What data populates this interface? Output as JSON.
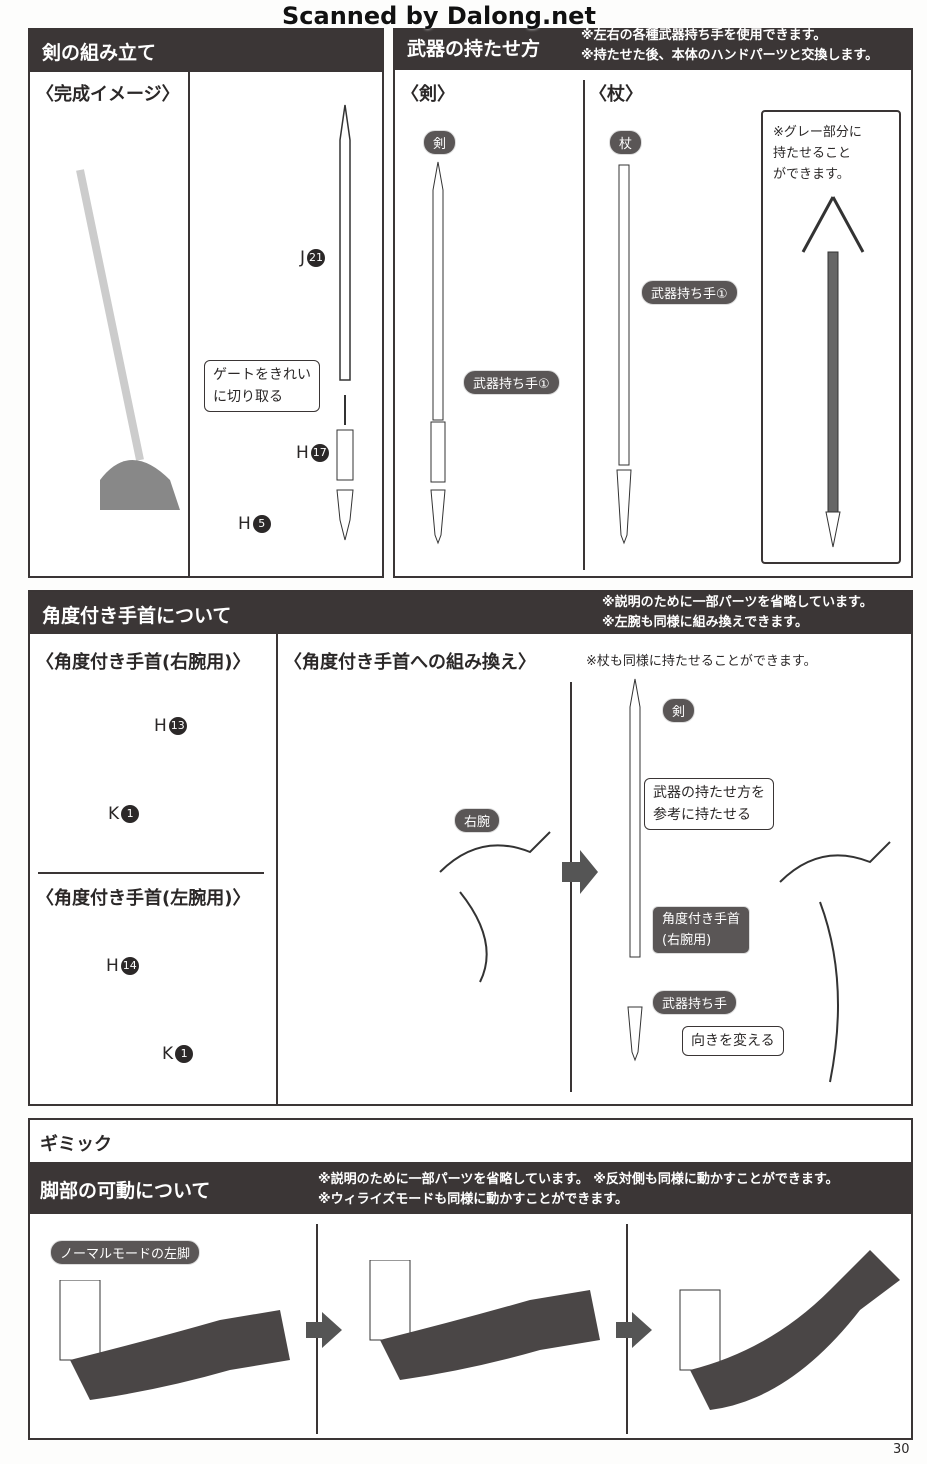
{
  "watermark": "Scanned by Dalong.net",
  "assembly": {
    "title": "剣の組み立て",
    "subtitle": "〈完成イメージ〉",
    "parts": [
      {
        "letter": "J",
        "num": "21"
      },
      {
        "letter": "H",
        "num": "17"
      },
      {
        "letter": "H",
        "num": "5"
      }
    ],
    "callout": [
      "ゲートをきれい",
      "に切り取る"
    ]
  },
  "holding": {
    "title": "武器の持たせ方",
    "notes": [
      "※左右の各種武器持ち手を使用できます。",
      "※持たせた後、本体のハンドパーツと交換します。"
    ],
    "sword_label": "〈剣〉",
    "staff_label": "〈杖〉",
    "sword_pill": "剣",
    "staff_pill": "杖",
    "hand_pill": "武器持ち手①",
    "staff_note": [
      "※グレー部分に",
      "持たせること",
      "ができます。"
    ]
  },
  "wrist": {
    "title": "角度付き手首について",
    "notes": [
      "※説明のために一部パーツを省略しています。",
      "※左腕も同様に組み換えできます。"
    ],
    "right_label": "〈角度付き手首(右腕用)〉",
    "left_label": "〈角度付き手首(左腕用)〉",
    "swap_label": "〈角度付き手首への組み換え〉",
    "staff_note": "※杖も同様に持たせることができます。",
    "right_parts": [
      {
        "letter": "H",
        "num": "13"
      },
      {
        "letter": "K",
        "num": "1"
      }
    ],
    "left_parts": [
      {
        "letter": "H",
        "num": "14"
      },
      {
        "letter": "K",
        "num": "1"
      }
    ],
    "right_arm_pill": "右腕",
    "sword_pill": "剣",
    "callout_ref": [
      "武器の持たせ方を",
      "参考に持たせる"
    ],
    "callout_wrist": [
      "角度付き手首",
      "(右腕用)"
    ],
    "callout_hand": "武器持ち手",
    "callout_turn": "向きを変える"
  },
  "gimmick": {
    "heading": "ギミック",
    "title": "脚部の可動について",
    "notes": [
      "※説明のために一部パーツを省略しています。 ※反対側も同様に動かすことができます。",
      "※ウィライズモードも同様に動かすことができます。"
    ],
    "pill": "ノーマルモードの左脚"
  },
  "page_number": "30"
}
